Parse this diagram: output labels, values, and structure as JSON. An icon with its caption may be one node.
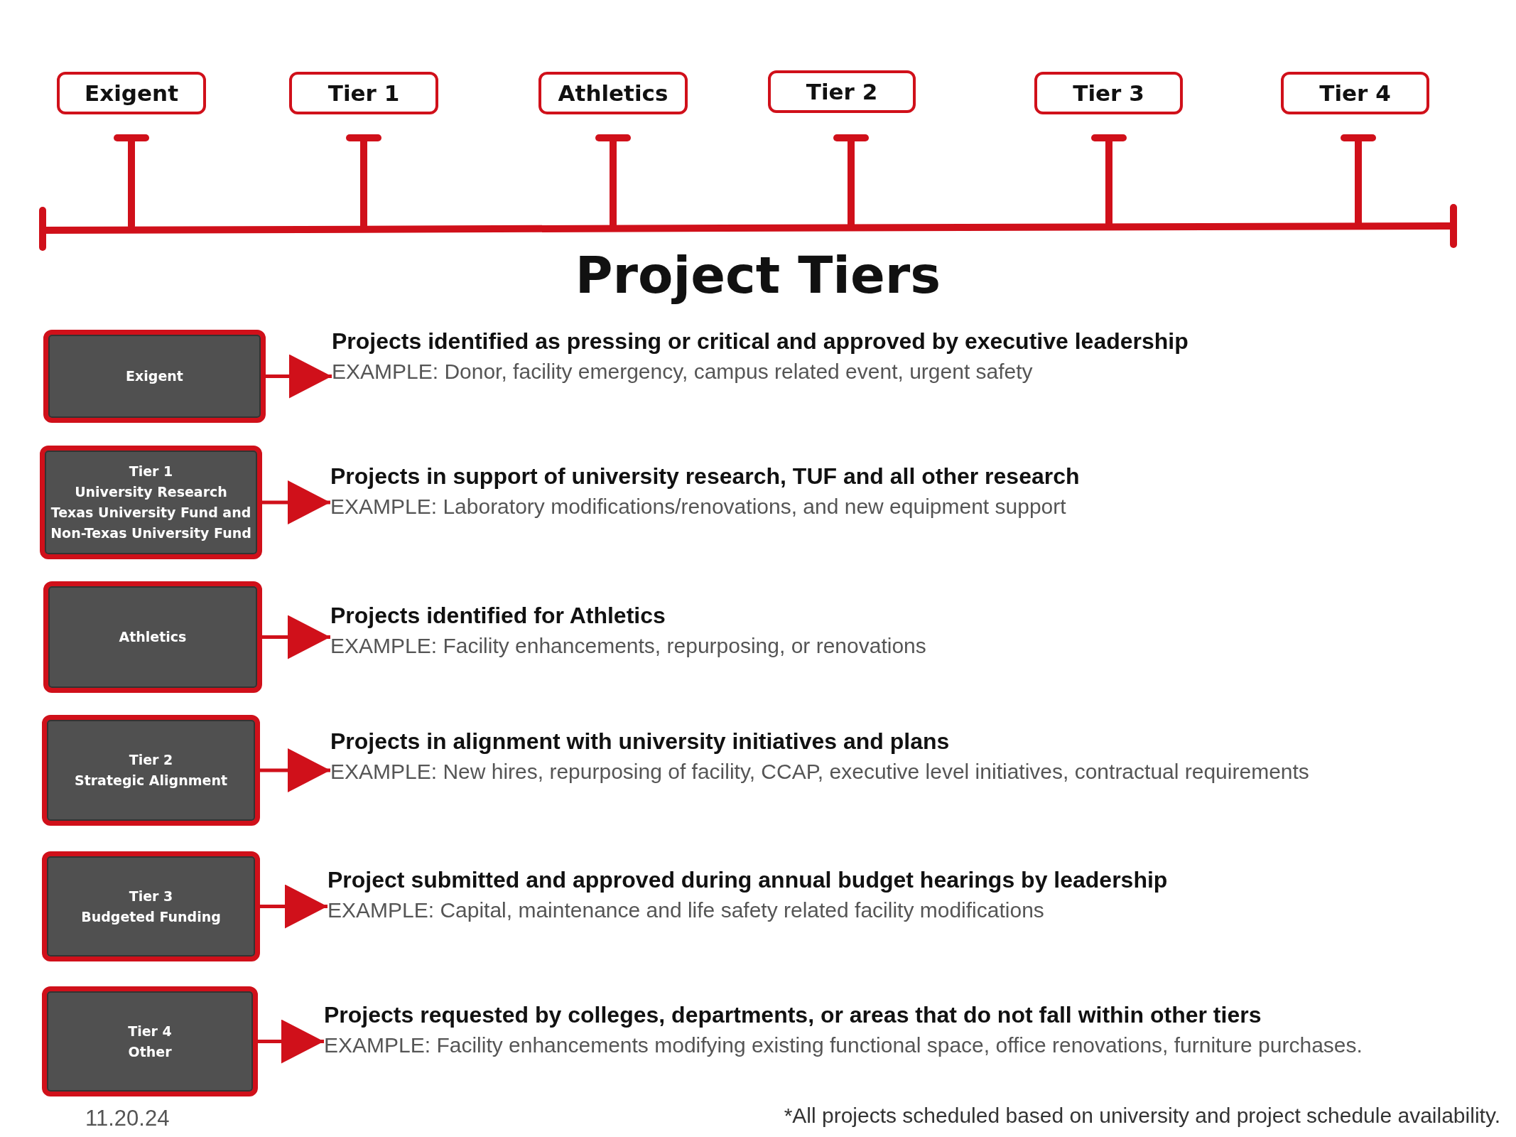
{
  "diagram": {
    "title": "Project Tiers",
    "nodes": [
      {
        "text": [
          "Exigent"
        ]
      },
      {
        "text": [
          "Tier 1"
        ]
      },
      {
        "text": [
          "Athletics"
        ]
      },
      {
        "text": [
          "Tier 2"
        ]
      },
      {
        "text": [
          "Tier 3"
        ]
      },
      {
        "text": [
          "Tier 4"
        ]
      },
      {
        "text": [
          "Exigent"
        ]
      },
      {
        "text": [
          "Projects identified as pressing or critical and approved by executive leadership",
          "EXAMPLE: Donor, facility emergency, campus related event, urgent safety"
        ]
      },
      {
        "text": [
          "Tier 1",
          "University Research",
          "Texas University Fund and Non-Texas University Fund"
        ]
      },
      {
        "text": [
          "Projects in support of university research, TUF and all other research",
          "EXAMPLE: Laboratory modifications/renovations, and new equipment support"
        ]
      },
      {
        "text": [
          "Athletics"
        ]
      },
      {
        "text": [
          "Projects identified for Athletics",
          "EXAMPLE: Facility enhancements, repurposing, or renovations"
        ]
      },
      {
        "text": [
          "Tier 2",
          "Strategic Alignment"
        ]
      },
      {
        "text": [
          "Projects in alignment with university initiatives and plans",
          "EXAMPLE: New hires, repurposing of facility, CCAP, executive level initiatives, contractual requirements"
        ]
      },
      {
        "text": [
          "Tier 3",
          "Budgeted Funding"
        ]
      },
      {
        "text": [
          "Project submitted and approved during annual budget hearings by leadership",
          "EXAMPLE: Capital, maintenance and life safety related facility modifications"
        ]
      },
      {
        "text": [
          "Tier 4",
          "Other"
        ]
      },
      {
        "text": [
          "Projects requested by colleges, departments, or areas that do not fall within other tiers",
          "EXAMPLE: Facility enhancements modifying existing functional space, office renovations, furniture purchases."
        ]
      }
    ],
    "edges": [
      {
        "from": 6,
        "to": 7,
        "arrow": "to"
      },
      {
        "from": 8,
        "to": 9,
        "arrow": "to"
      },
      {
        "from": 10,
        "to": 11,
        "arrow": "to"
      },
      {
        "from": 12,
        "to": 13,
        "arrow": "to"
      },
      {
        "from": 14,
        "to": 15,
        "arrow": "to"
      },
      {
        "from": 16,
        "to": 17,
        "arrow": "to"
      }
    ],
    "labels": [
      "11.20.24",
      "*All projects scheduled based on university and project schedule availability."
    ]
  }
}
